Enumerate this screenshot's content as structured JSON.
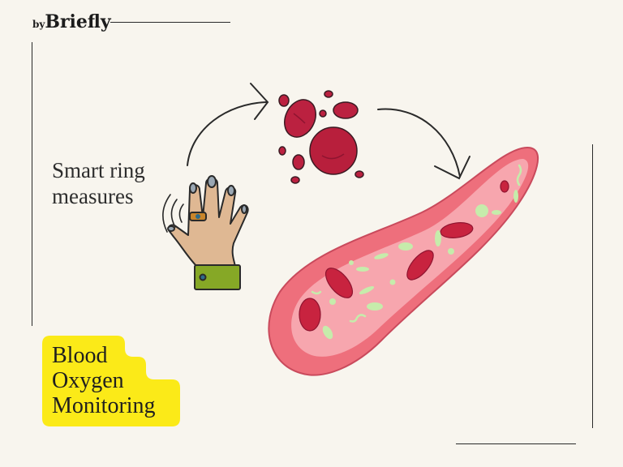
{
  "brand": {
    "prefix": "by",
    "name": "Briefly"
  },
  "caption": {
    "line1": "Smart ring",
    "line2": "measures"
  },
  "title": {
    "line1": "Blood",
    "line2": "Oxygen",
    "line3": "Monitoring"
  },
  "colors": {
    "background": "#f8f5ee",
    "highlight": "#fbea18",
    "vessel_outer": "#ee6f7c",
    "vessel_inner": "#f7a6ae",
    "blood_cell": "#b81f3c",
    "bacteria": "#c6ecab",
    "skin": "#dfb893",
    "sleeve": "#86a826"
  },
  "icons": [
    "hand-with-ring-icon",
    "signal-waves-icon",
    "red-blood-cells-icon",
    "blood-vessel-icon",
    "curved-arrow-icon"
  ]
}
